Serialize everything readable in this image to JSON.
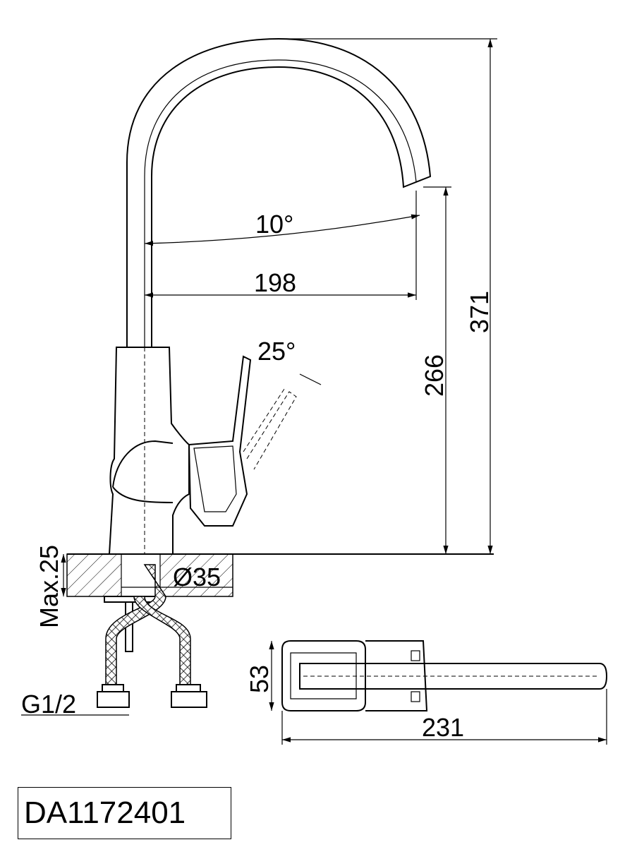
{
  "drawing": {
    "model_number": "DA1172401",
    "dimensions": {
      "total_height": "371",
      "spout_height": "266",
      "spout_reach": "198",
      "spout_angle": "10°",
      "handle_angle": "25°",
      "max_counter_thickness": "Max.25",
      "hole_diameter": "Ø35",
      "connection_thread": "G1/2",
      "top_view_width": "53",
      "top_view_length": "231"
    }
  }
}
